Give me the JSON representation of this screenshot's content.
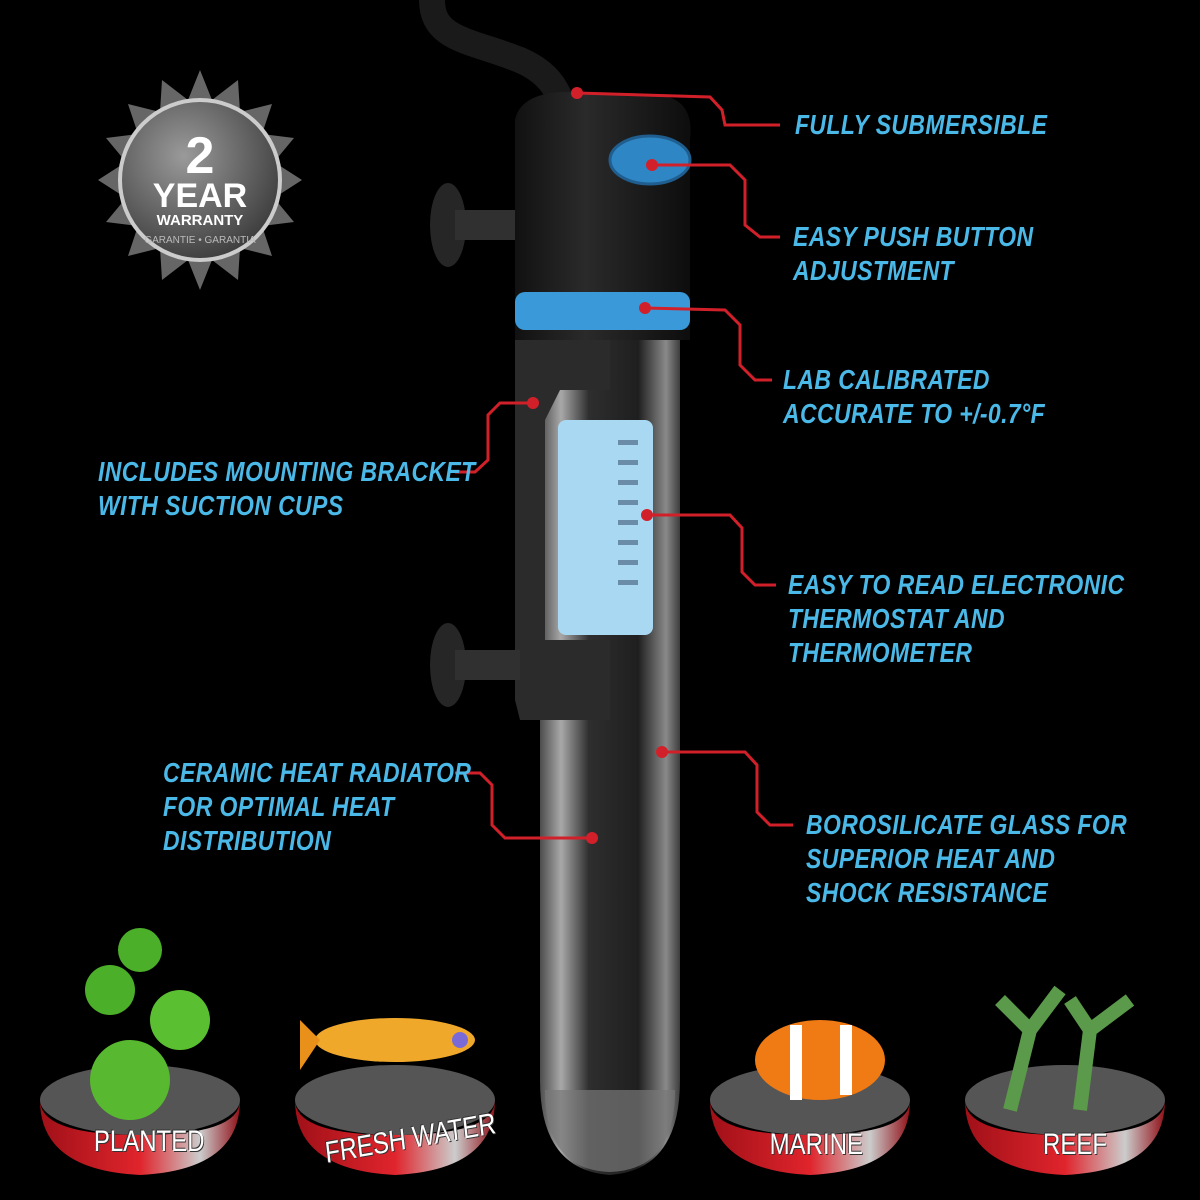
{
  "warranty_badge": {
    "number": "2",
    "line1": "YEAR",
    "line2": "WARRANTY",
    "ring_text": "GARANTIE • GARANTIA"
  },
  "callouts": {
    "fully_submersible": [
      "FULLY SUBMERSIBLE"
    ],
    "push_button": [
      "EASY PUSH BUTTON",
      "ADJUSTMENT"
    ],
    "lab_calibrated": [
      "LAB CALIBRATED",
      "ACCURATE TO +/-0.7°F"
    ],
    "mounting_bracket": [
      "INCLUDES MOUNTING BRACKET",
      "WITH SUCTION CUPS"
    ],
    "thermostat": [
      "EASY TO READ ELECTRONIC",
      "THERMOSTAT AND",
      "THERMOMETER"
    ],
    "ceramic": [
      "CERAMIC HEAT RADIATOR",
      "FOR OPTIMAL HEAT",
      "DISTRIBUTION"
    ],
    "borosilicate": [
      "BOROSILICATE GLASS FOR",
      "SUPERIOR HEAT AND",
      "SHOCK RESISTANCE"
    ]
  },
  "habitats": [
    "PLANTED",
    "FRESH WATER",
    "MARINE",
    "REEF"
  ],
  "colors": {
    "callout_text": "#4bb9e8",
    "leader_line": "#d2202a",
    "accent_blue": "#3a9ad9"
  }
}
